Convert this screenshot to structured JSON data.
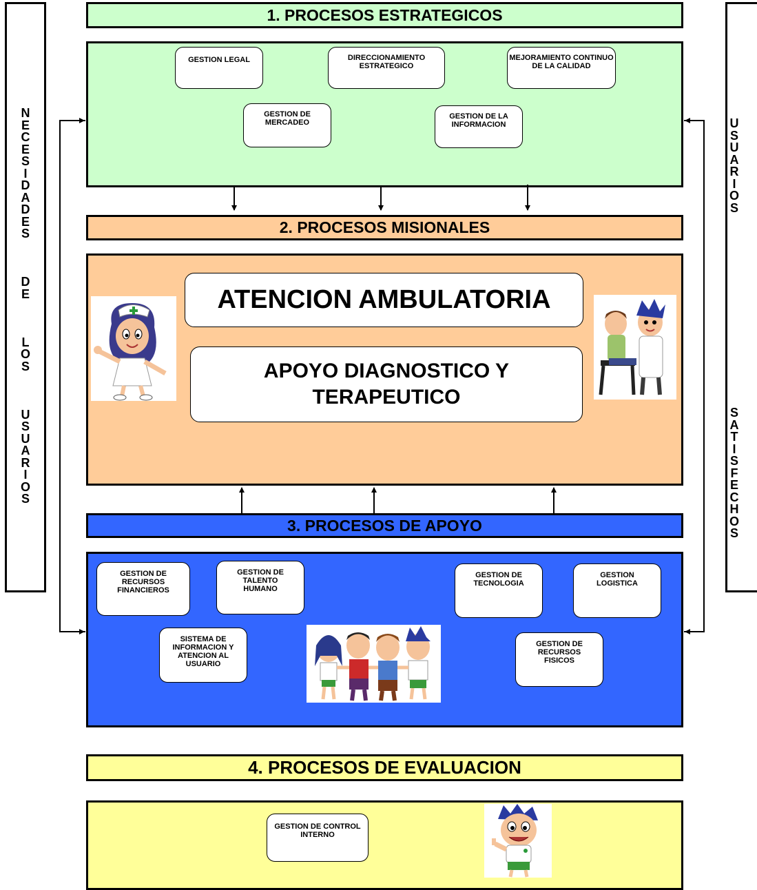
{
  "left_sidebar": {
    "text": "NECESIDADES\n\nDE\n\nLOS\n\nUSUARIOS"
  },
  "right_sidebar": {
    "text": "USUARIOS\n\n\n\n\n\n\n\n\n\n\n\nSATISFECHOS"
  },
  "estrategicos": {
    "title": "1. PROCESOS ESTRATEGICOS",
    "color": "#ccffcc",
    "nodes": [
      "GESTION LEGAL",
      "DIRECCIONAMIENTO ESTRATEGICO",
      "MEJORAMIENTO CONTINUO DE LA CALIDAD",
      "GESTION DE MERCADEO",
      "GESTION DE LA INFORMACION"
    ]
  },
  "misionales": {
    "title": "2. PROCESOS MISIONALES",
    "color": "#ffcc99",
    "nodes": [
      "ATENCION AMBULATORIA",
      "APOYO DIAGNOSTICO Y TERAPEUTICO"
    ]
  },
  "apoyo": {
    "title": "3. PROCESOS DE APOYO",
    "color": "#3366ff",
    "nodes": [
      "GESTION DE RECURSOS FINANCIEROS",
      "GESTION DE TALENTO HUMANO",
      "GESTION DE TECNOLOGIA",
      "GESTION LOGISTICA",
      "SISTEMA DE INFORMACION Y ATENCION AL USUARIO",
      "GESTION DE RECURSOS FISICOS"
    ]
  },
  "evaluacion": {
    "title": "4. PROCESOS DE EVALUACION",
    "color": "#ffff99",
    "nodes": [
      "GESTION DE CONTROL INTERNO"
    ]
  },
  "icons": [
    "nurse-cartoon-icon",
    "doctor-patient-cartoon-icon",
    "children-group-cartoon-icon",
    "boy-thumbs-up-cartoon-icon"
  ]
}
